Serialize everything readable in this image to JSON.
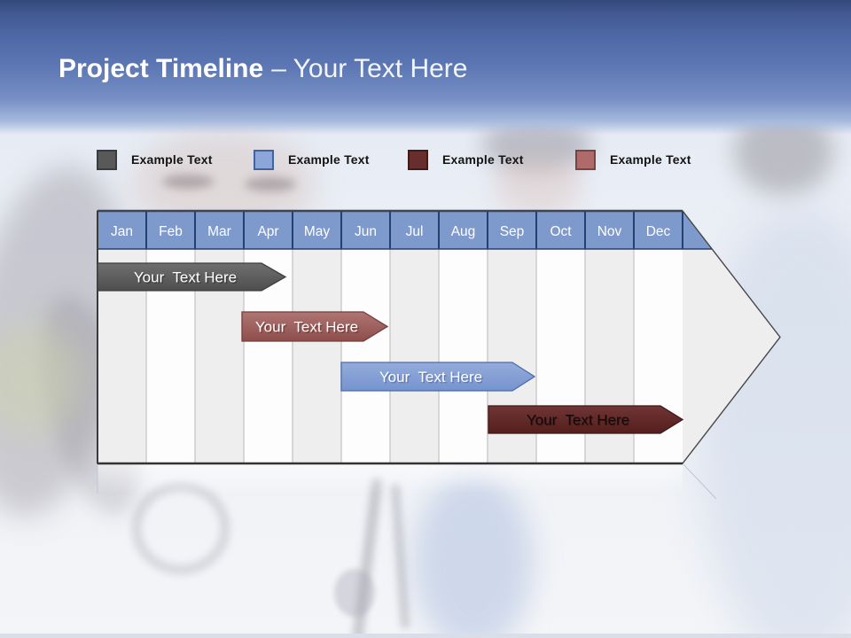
{
  "header": {
    "title_bold": "Project Timeline",
    "title_suffix": "– Your Text Here"
  },
  "legend": {
    "items": [
      {
        "label": "Example Text",
        "color": "#595959",
        "border": "#3b3b3b"
      },
      {
        "label": "Example Text",
        "color": "#8ca6d9",
        "border": "#44639e"
      },
      {
        "label": "Example Text",
        "color": "#682e2d",
        "border": "#421a19"
      },
      {
        "label": "Example Text",
        "color": "#b16a6a",
        "border": "#7c4241"
      }
    ]
  },
  "timeline": {
    "months": [
      "Jan",
      "Feb",
      "Mar",
      "Apr",
      "May",
      "Jun",
      "Jul",
      "Aug",
      "Sep",
      "Oct",
      "Nov",
      "Dec"
    ],
    "header_fill": "#7e99cc",
    "header_border": "#24406e",
    "stripe_gray": "#efeeee",
    "stripe_white": "#fdfdfd",
    "bars": [
      {
        "label": "Your  Text Here",
        "start_month": "Jan",
        "end_month": "Apr",
        "fill_top": "#6f6f6f",
        "fill_bottom": "#4e4e4e",
        "border": "#3e3e3e",
        "text_color": "#ffffff",
        "shadow_color": "#222222"
      },
      {
        "label": "Your  Text Here",
        "start_month": "Apr",
        "end_month": "Jun",
        "fill_top": "#ae7573",
        "fill_bottom": "#8e4e4b",
        "border": "#733e3c",
        "text_color": "#ffffff",
        "shadow_color": "#4e2423"
      },
      {
        "label": "Your  Text Here",
        "start_month": "Jun",
        "end_month": "Sep",
        "fill_top": "#93acdc",
        "fill_bottom": "#7693cd",
        "border": "#4d6da8",
        "text_color": "#ffffff",
        "shadow_color": "#44609c"
      },
      {
        "label": "Your  Text Here",
        "start_month": "Sep",
        "end_month": "Dec",
        "fill_top": "#703534",
        "fill_bottom": "#541f1e",
        "border": "#3f1817",
        "text_color": "#140a0a",
        "shadow_color": "#000000"
      }
    ]
  }
}
